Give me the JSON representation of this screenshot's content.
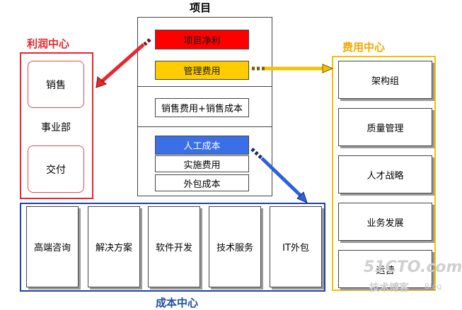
{
  "project": {
    "title": "项目",
    "items": {
      "net_profit": "项目净利",
      "mgmt_cost": "管理费用",
      "sales_cost": "销售费用+销售成本",
      "labor_cost": "人工成本",
      "impl_cost": "实施费用",
      "outsource_cost": "外包成本"
    }
  },
  "profit_center": {
    "title": "利润中心",
    "sales": "销售",
    "division": "事业部",
    "delivery": "交付"
  },
  "expense_center": {
    "title": "费用中心",
    "items": [
      "架构组",
      "质量管理",
      "人才战略",
      "业务发展",
      "运营"
    ]
  },
  "cost_center": {
    "title": "成本中心",
    "items": [
      "高端咨询",
      "解决方案",
      "软件开发",
      "技术服务",
      "IT外包"
    ]
  },
  "watermark": {
    "site": "51CTO.com",
    "sub": "技术博客",
    "blog": "Blog"
  },
  "colors": {
    "red": "#e8262d",
    "gold": "#f2c200",
    "blue": "#2f5fe0",
    "navy": "#1f3fa8"
  }
}
